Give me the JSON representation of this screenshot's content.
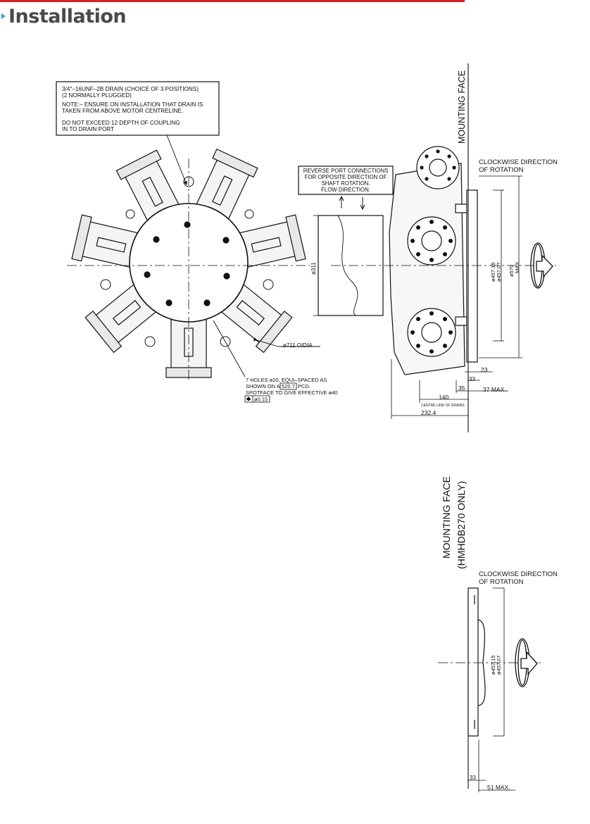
{
  "heading": {
    "title": "Installation"
  },
  "colors": {
    "accent_line": "#d2232a",
    "bullet": "#3aa0d8",
    "title_text": "#4a4a4a",
    "ink": "#111111"
  },
  "top_drawing": {
    "mounting_face": "MOUNTING FACE",
    "drain_note": [
      "3/4\"–16UNF–2B DRAIN (CHOICE OF 3 POSITIONS)",
      "(2 NORMALLY PLUGGED)",
      "NOTE:– ENSURE ON INSTALLATION THAT DRAIN IS",
      "TAKEN FROM ABOVE MOTOR CENTRELINE.",
      "DO NOT EXCEED 12 DEPTH OF COUPLING",
      "IN TO DRAIN PORT"
    ],
    "reverse_note": [
      "REVERSE PORT CONNECTIONS",
      "FOR OPPOSITE DIRECTION OF",
      "SHAFT ROTATION.",
      "FLOW DIRECTION."
    ],
    "rotation_note": [
      "CLOCKWISE DIRECTION",
      "OF ROTATION"
    ],
    "holes_note": [
      "7 HOLES ø20, EQUI–SPACED AS",
      "SHOWN ON A",
      "520.7",
      "PCD.",
      "SPOTFACE TO GIVE EFFECTIVE ø40"
    ],
    "tolerance": "ø0.15",
    "dims": {
      "d311": "ø311",
      "d711": "ø711 O/DIA",
      "d457_15": "ø457.15",
      "d457_07": "ø457.07",
      "d570": "ø570",
      "max": "MAX",
      "d23": "23",
      "d33": "33",
      "d35": "35",
      "d37": "37 MAX.",
      "d140": "140",
      "centre_line": "CENTRE LINE OF DRAINS",
      "d232": "232.4"
    }
  },
  "bottom_drawing": {
    "mounting_face": "MOUNTING FACE",
    "model_note": "(HMHDB270 ONLY)",
    "rotation_note": [
      "CLOCKWISE DIRECTION",
      "OF ROTATION"
    ],
    "dims": {
      "d457_15": "ø457.15",
      "d457_07": "ø457.07",
      "d33": "33",
      "d51": "51 MAX."
    }
  }
}
